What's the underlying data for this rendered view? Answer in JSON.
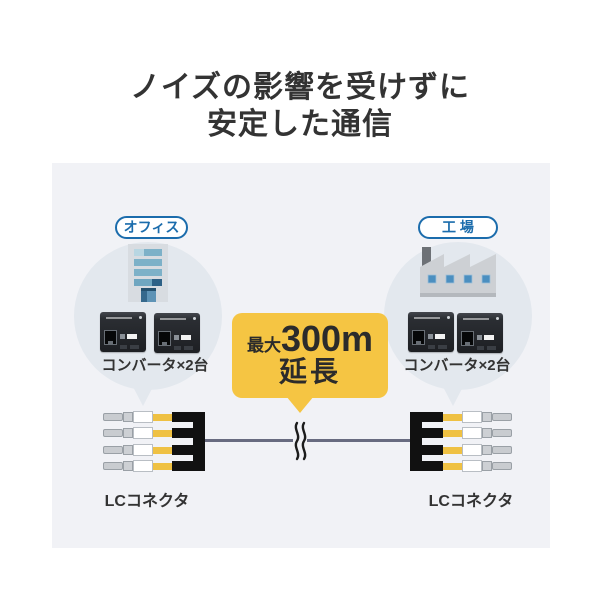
{
  "title": {
    "line1": "ノイズの影響を受けずに",
    "line2": "安定した通信"
  },
  "panel": {
    "left": {
      "location_label": "オフィス",
      "device_label": "コンバータ×2台",
      "connector_label": "LCコネクタ"
    },
    "right": {
      "location_label": "工 場",
      "device_label": "コンバータ×2台",
      "connector_label": "LCコネクタ"
    },
    "bubble": {
      "prefix": "最大",
      "value": "300m",
      "suffix": "延長"
    }
  },
  "icons": {
    "left_building": "office-building-icon",
    "right_building": "factory-icon",
    "devices": "media-converter-icon",
    "connectors": "lc-connector-icon",
    "cable_break": "cable-break-icon"
  },
  "colors": {
    "accent_yellow": "#f5c543",
    "accent_blue": "#1b6cac",
    "panel_bg": "#f1f2f6",
    "halo_bg": "#e3e8ee",
    "fiber_yellow": "#efc143",
    "cable_gray": "#686b80",
    "text_dark": "#333333"
  }
}
